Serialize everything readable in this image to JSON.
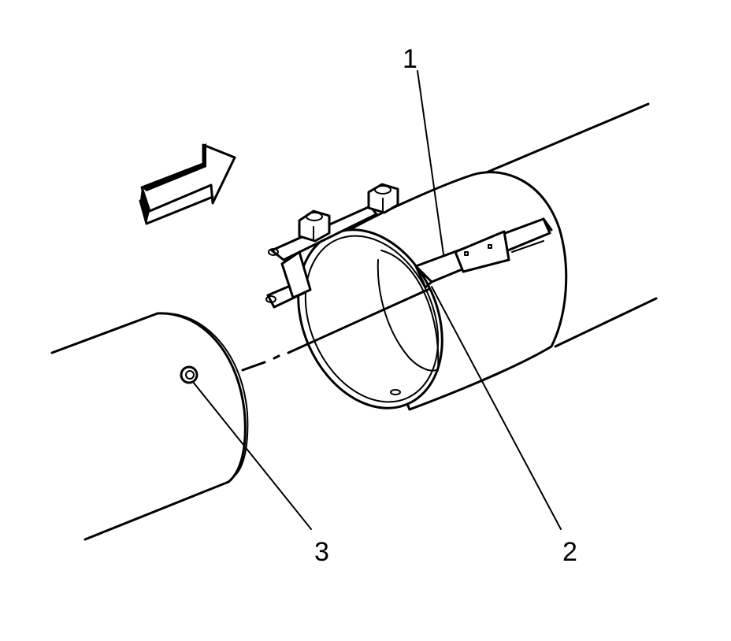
{
  "callouts": {
    "one": "1",
    "two": "2",
    "three": "3"
  },
  "colors": {
    "line": "#000000",
    "background": "#ffffff"
  },
  "icons": {
    "direction": "arrow-icon"
  }
}
